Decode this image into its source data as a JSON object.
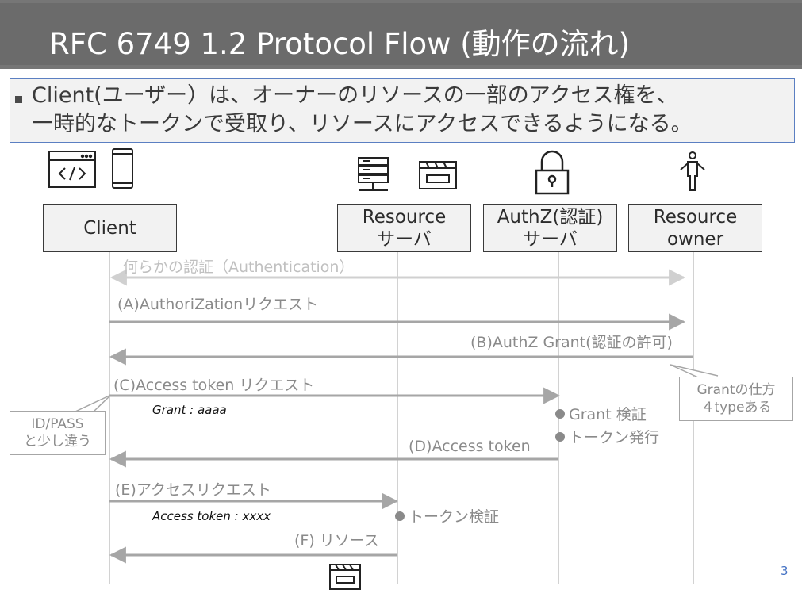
{
  "title": "RFC 6749 1.2 Protocol Flow (動作の流れ)",
  "subtitle": {
    "line1": "Client(ユーザー）は、オーナーのリソースの一部のアクセス権を、",
    "line2": "一時的なトークンで受取り、リソースにアクセスできるようになる。"
  },
  "actors": {
    "client": "Client",
    "resource_server": "Resource\nサーバ",
    "authz_server": "AuthZ(認証)\nサーバ",
    "resource_owner": "Resource\nowner"
  },
  "icons": {
    "client": [
      "code-window-icon",
      "smartphone-icon"
    ],
    "resource_server": [
      "server-icon",
      "clapperboard-icon"
    ],
    "authz_server": [
      "padlock-icon"
    ],
    "resource_owner": [
      "person-icon"
    ],
    "bottom": "clapperboard-icon"
  },
  "messages": {
    "authentication": "何らかの認証（Authentication）",
    "a": "(A)AuthoriZationリクエスト",
    "b": "(B)AuthZ Grant(認証の許可)",
    "c": "(C)Access token リクエスト",
    "d": "(D)Access token",
    "e": "(E)アクセスリクエスト",
    "f": "(F) リソース"
  },
  "notes": {
    "grant": "Grant : aaaa",
    "access_token": "Access token : xxxx"
  },
  "steps": {
    "grant_verify": "Grant 検証",
    "token_issue": "トークン発行",
    "token_verify": "トークン検証"
  },
  "callouts": {
    "grant_types": "Grantの仕方\n４typeある",
    "id_pass": "ID/PASS\nと少し違う"
  },
  "page_number": "3",
  "colors": {
    "title_bg": "#6b6b6b",
    "arrow": "#a6a6a6",
    "arrow_light": "#d0d0d0",
    "page_number": "#4472c4"
  }
}
